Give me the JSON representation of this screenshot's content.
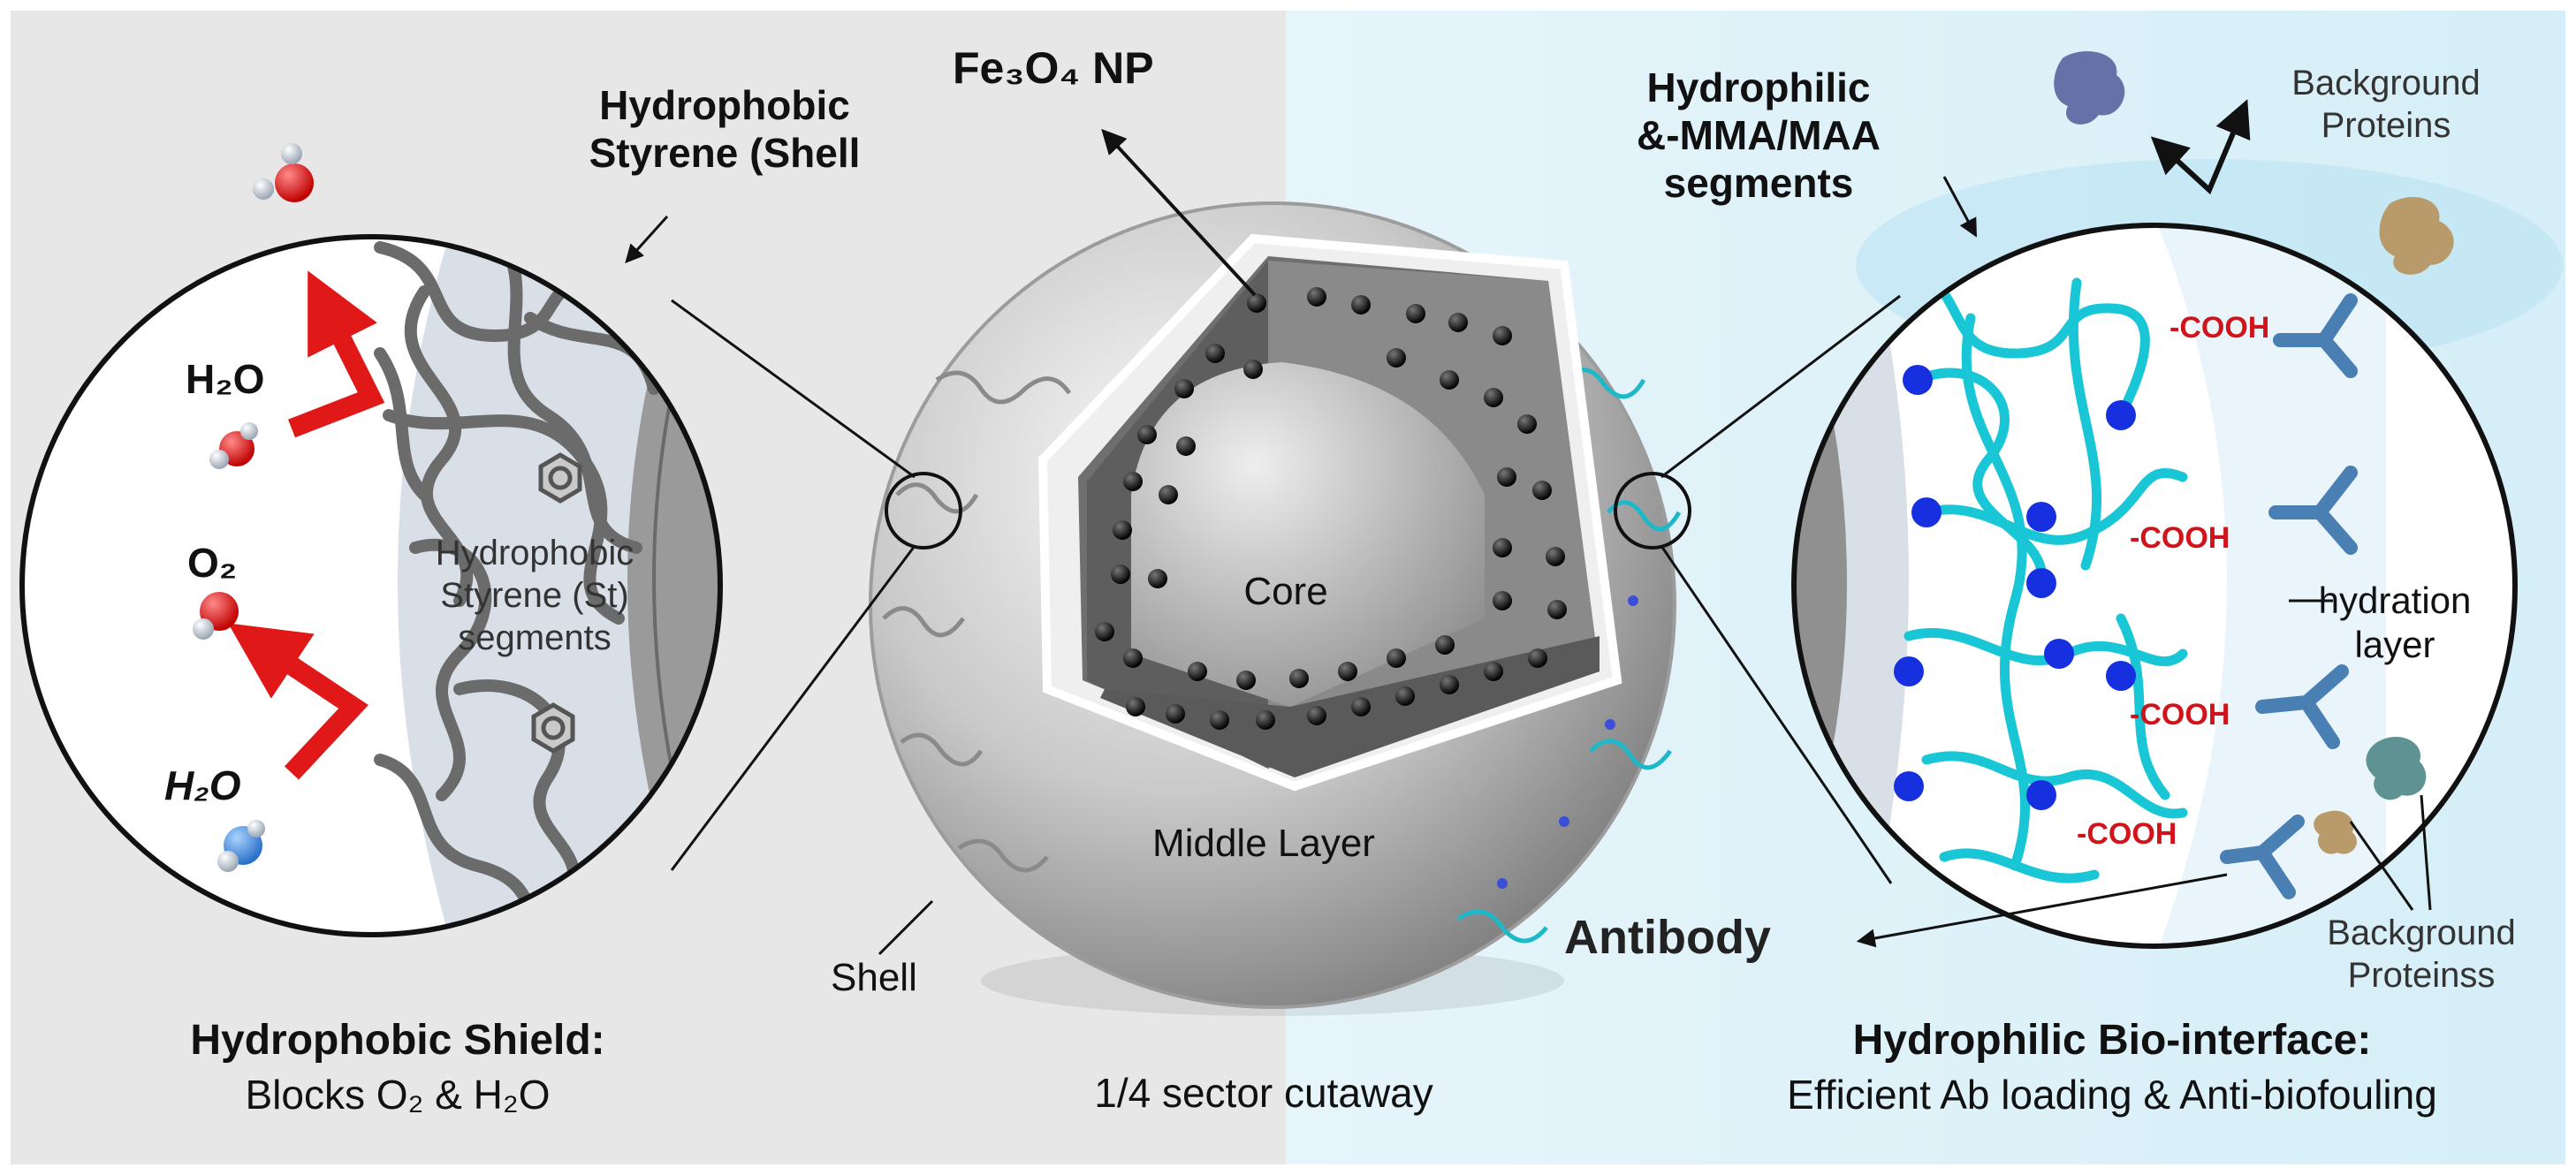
{
  "center": {
    "fe3o4_label": "Fe₃O₄ NP",
    "core_label": "Core",
    "middle_label": "Middle Layer",
    "shell_label": "Shell",
    "caption": "1/4 sector cutaway"
  },
  "left": {
    "shell_title_line1": "Hydrophobic",
    "shell_title_line2": "Styrene (Shell",
    "segments_line1": "Hydrophobic",
    "segments_line2": "Styrene (St)",
    "segments_line3": "segments",
    "h2o_top": "H₂O",
    "o2": "O₂",
    "h2o_bottom": "H₂O",
    "footer_title": "Hydrophobic Shield:",
    "footer_sub": "Blocks O₂ & H₂O"
  },
  "right": {
    "title_line1": "Hydrophilic",
    "title_line2": "&-MMA/MAA",
    "title_line3": "segments",
    "bg_proteins_top_line1": "Background",
    "bg_proteins_top_line2": "Proteins",
    "cooh_1": "-COOH",
    "cooh_2": "-COOH",
    "cooh_3": "-COOH",
    "cooh_4": "-COOH",
    "hydration_line1": "hydration",
    "hydration_line2": "layer",
    "antibody": "Antibody",
    "bg_proteins_bottom_line1": "Background",
    "bg_proteins_bottom_line2": "Proteinss",
    "footer_title": "Hydrophilic Bio-interface:",
    "footer_sub": "Efficient Ab loading & Anti-biofouling"
  },
  "colors": {
    "left_bg": "#e6e6e6",
    "right_bg": "#e3f3f8",
    "cyan_chain": "#18c6d6",
    "blue_node": "#1630e0",
    "antibody": "#4a7fb4",
    "cooh_red": "#d0141c",
    "arrow_red": "#e01818"
  }
}
